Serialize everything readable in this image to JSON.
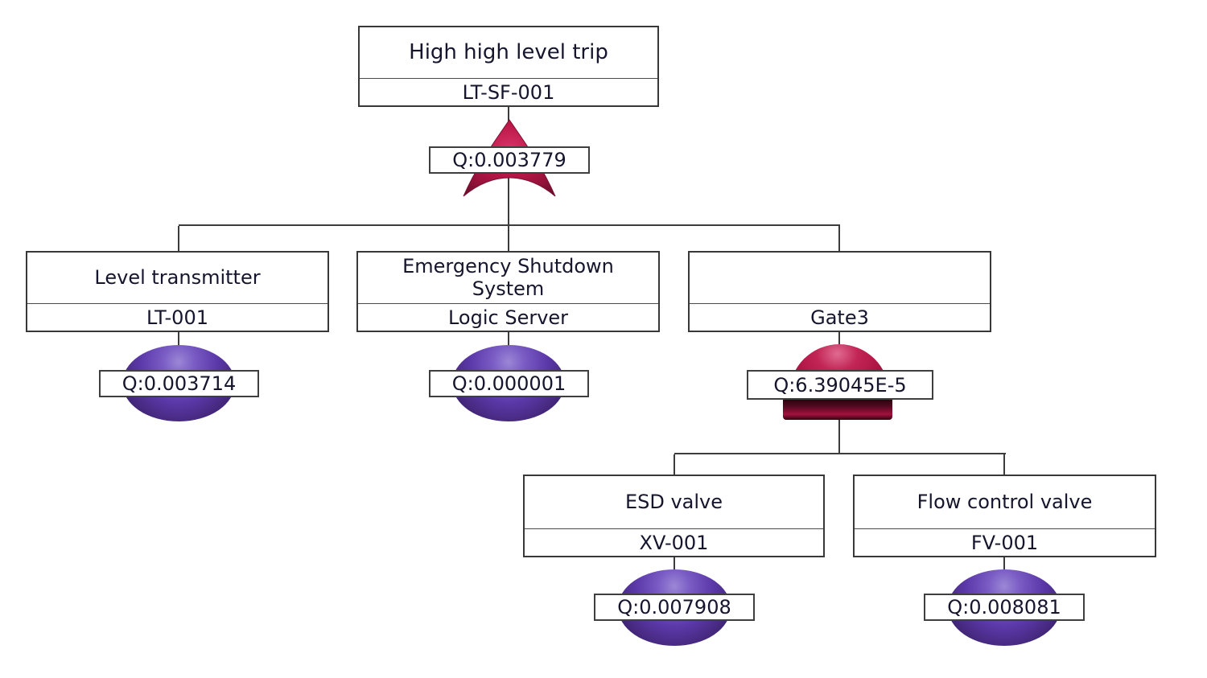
{
  "diagram_type": "fault-tree",
  "nodes": {
    "top_event": {
      "name": "High high level trip",
      "code": "LT-SF-001",
      "gate_type": "OR",
      "q_label": "Q:0.003779"
    },
    "level_transmitter": {
      "name": "Level transmitter",
      "code": "LT-001",
      "symbol": "basic-event",
      "q_label": "Q:0.003714"
    },
    "emergency_shutdown_system": {
      "name": "Emergency Shutdown System",
      "code": "Logic Server",
      "symbol": "basic-event",
      "q_label": "Q:0.000001"
    },
    "gate3": {
      "name": "",
      "code": "Gate3",
      "gate_type": "AND",
      "q_label": "Q:6.39045E-5"
    },
    "esd_valve": {
      "name": "ESD valve",
      "code": "XV-001",
      "symbol": "basic-event",
      "q_label": "Q:0.007908"
    },
    "flow_control_valve": {
      "name": "Flow control valve",
      "code": "FV-001",
      "symbol": "basic-event",
      "q_label": "Q:0.008081"
    }
  },
  "colors": {
    "gate_red": "#b61441",
    "gate_red_dark": "#6f0e2e",
    "event_purple": "#5b39a9",
    "line": "#3c3c3c",
    "text": "#15152e",
    "box_border": "#383838",
    "background": "#ffffff"
  }
}
